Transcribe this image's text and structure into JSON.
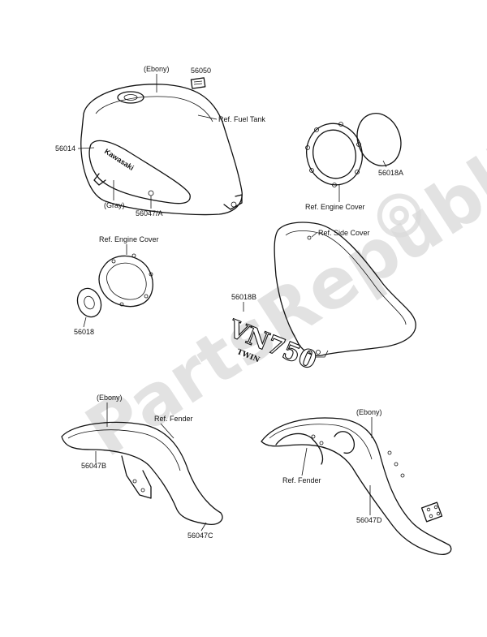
{
  "watermark": "PartsRepublik",
  "fuel_tank": {
    "decal_text": "Kawasaki",
    "labels": {
      "ebony": "(Ebony)",
      "p56050": "56050",
      "ref": "Ref. Fuel Tank",
      "p56014": "56014",
      "gray": "(Gray)",
      "p56047a": "56047/A"
    }
  },
  "engine_cover_right": {
    "labels": {
      "p56018a": "56018A",
      "ref": "Ref. Engine Cover"
    }
  },
  "side_cover": {
    "labels": {
      "ref": "Ref. Side Cover",
      "p56018b": "56018B"
    },
    "emblem_main": "VN750",
    "emblem_sub": "TWIN"
  },
  "engine_cover_left": {
    "labels": {
      "ref": "Ref. Engine Cover",
      "p56018": "56018"
    }
  },
  "front_fender": {
    "labels": {
      "ebony": "(Ebony)",
      "ref": "Ref. Fender",
      "p56047b": "56047B",
      "p56047c": "56047C"
    }
  },
  "rear_fender": {
    "labels": {
      "ebony": "(Ebony)",
      "ref": "Ref. Fender",
      "p56047d": "56047D"
    }
  }
}
